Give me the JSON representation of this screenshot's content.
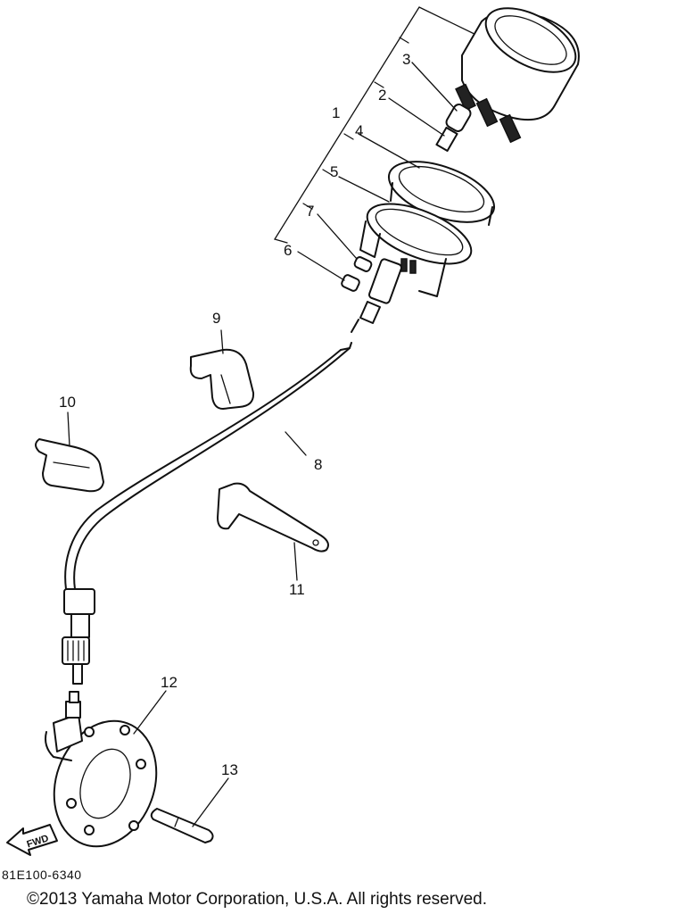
{
  "callouts": [
    {
      "id": "1",
      "text": "1"
    },
    {
      "id": "2",
      "text": "2"
    },
    {
      "id": "3",
      "text": "3"
    },
    {
      "id": "4",
      "text": "4"
    },
    {
      "id": "5",
      "text": "5"
    },
    {
      "id": "6",
      "text": "6"
    },
    {
      "id": "7",
      "text": "7"
    },
    {
      "id": "8",
      "text": "8"
    },
    {
      "id": "9",
      "text": "9"
    },
    {
      "id": "10",
      "text": "10"
    },
    {
      "id": "11",
      "text": "11"
    },
    {
      "id": "12",
      "text": "12"
    },
    {
      "id": "13",
      "text": "13"
    }
  ],
  "fwd_label": "FWD",
  "part_code": "81E100-6340",
  "copyright": "©2013 Yamaha Motor Corporation, U.S.A. All rights reserved."
}
